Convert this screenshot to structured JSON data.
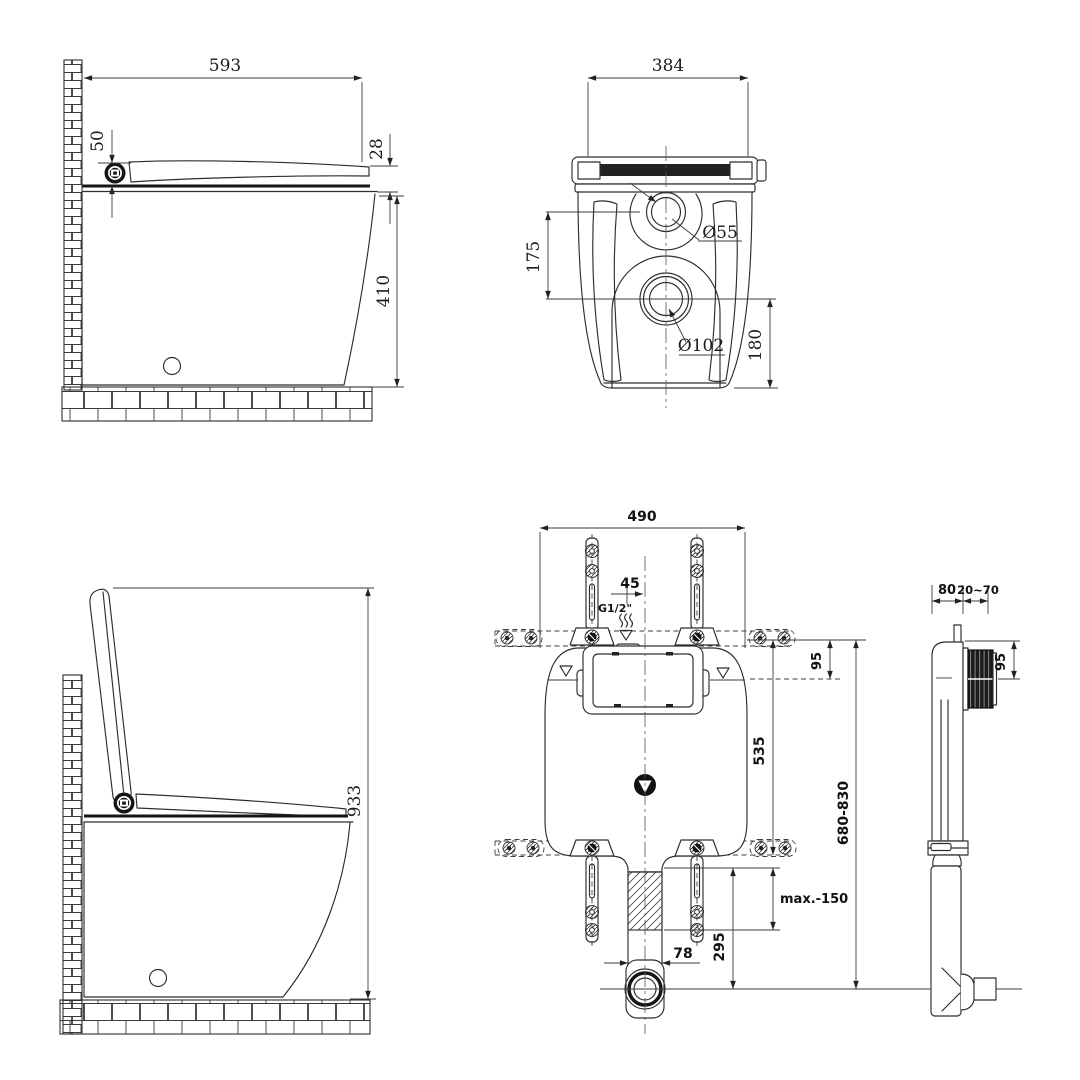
{
  "views": {
    "side_closed": {
      "width": "593",
      "seat_stack": "50",
      "seat_edge": "28",
      "bowl_height": "410"
    },
    "front": {
      "width": "384",
      "inlet_dia": "Ø55",
      "inlet_offset": "175",
      "outlet_dia": "Ø102",
      "outlet_offset": "180"
    },
    "side_open": {
      "open_height": "933"
    },
    "cistern_front": {
      "frame_width": "490",
      "inlet_offset": "45",
      "inlet_thread": "G1/2\"",
      "top_offset": "95",
      "tank_height": "535",
      "frame_height": "680-830",
      "adjustment": "max.-150",
      "pipe_width": "78",
      "outlet_height": "295"
    },
    "cistern_side": {
      "depth": "80",
      "wall_range": "20~70",
      "plate_offset": "95"
    }
  }
}
